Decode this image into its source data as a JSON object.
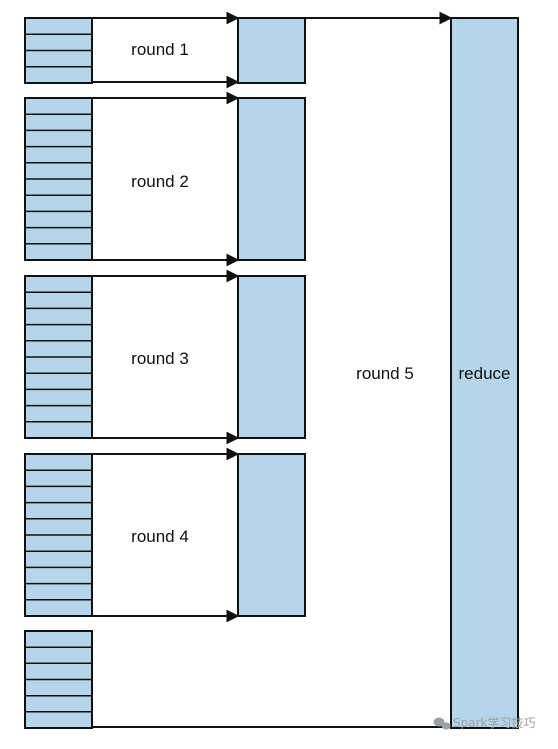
{
  "diagram": {
    "round_labels": [
      "round 1",
      "round 2",
      "round 3",
      "round 4"
    ],
    "final_round_label": "round 5",
    "reduce_label": "reduce",
    "fill_color": "#b4d5ea",
    "stroke_color": "#111111"
  },
  "watermark": {
    "text": "Spark学习技巧",
    "icon": "wechat-icon"
  }
}
